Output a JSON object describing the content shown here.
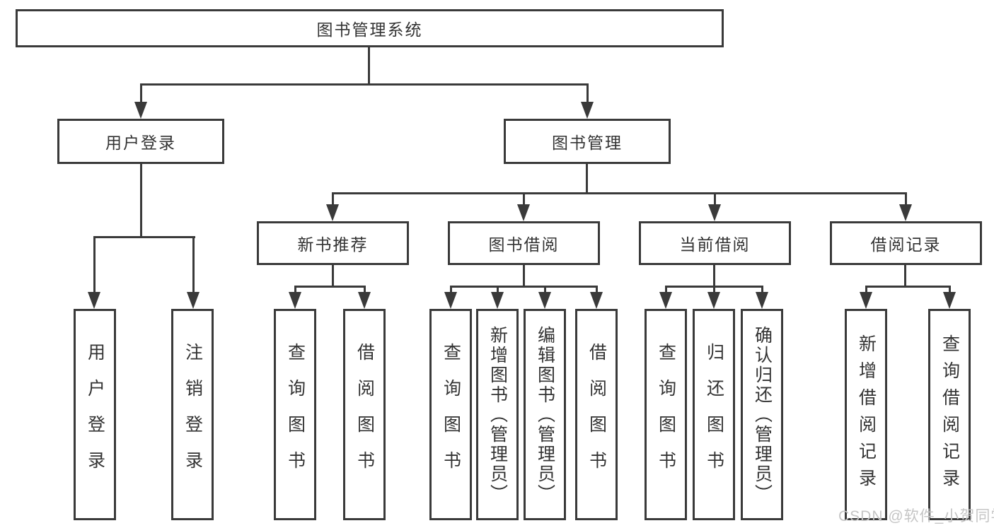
{
  "tree": {
    "root": {
      "label": "图书管理系统",
      "children": [
        {
          "label": "用户登录",
          "children": [
            {
              "label": "用户登录"
            },
            {
              "label": "注销登录"
            }
          ]
        },
        {
          "label": "图书管理",
          "children": [
            {
              "label": "新书推荐",
              "children": [
                {
                  "label": "查询图书"
                },
                {
                  "label": "借阅图书"
                }
              ]
            },
            {
              "label": "图书借阅",
              "children": [
                {
                  "label": "查询图书"
                },
                {
                  "label": "新增图书（管理员）"
                },
                {
                  "label": "编辑图书（管理员）"
                },
                {
                  "label": "借阅图书"
                }
              ]
            },
            {
              "label": "当前借阅",
              "children": [
                {
                  "label": "查询图书"
                },
                {
                  "label": "归还图书"
                },
                {
                  "label": "确认归还（管理员）"
                }
              ]
            },
            {
              "label": "借阅记录",
              "children": [
                {
                  "label": "新增借阅记录"
                },
                {
                  "label": "查询借阅记录"
                }
              ]
            }
          ]
        }
      ]
    }
  },
  "watermark": {
    "text": "CSDN @软件_小贺同学"
  },
  "colors": {
    "line": "#3a3a3a",
    "text": "#333333",
    "watermark": "#c5c5c5",
    "background": "#ffffff"
  }
}
